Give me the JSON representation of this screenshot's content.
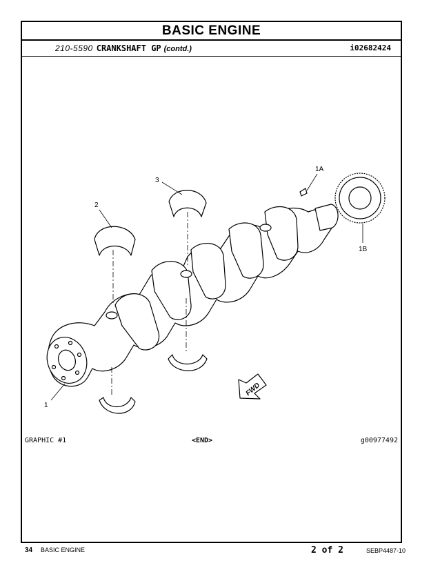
{
  "header": {
    "title": "BASIC ENGINE",
    "part_number": "210-5590",
    "part_name": "CRANKSHAFT GP",
    "continued": "(contd.)",
    "illustration_id": "i02682424"
  },
  "callouts": {
    "c1": "1",
    "c1a": "1A",
    "c1b": "1B",
    "c2": "2",
    "c3": "3",
    "fwd": "FWD"
  },
  "graphic": {
    "label": "GRAPHIC #1",
    "end": "<END>",
    "ref": "g00977492"
  },
  "footer": {
    "page": "34",
    "section": "BASIC ENGINE",
    "page_of": "2 of 2",
    "doc_id": "SEBP4487-10"
  }
}
